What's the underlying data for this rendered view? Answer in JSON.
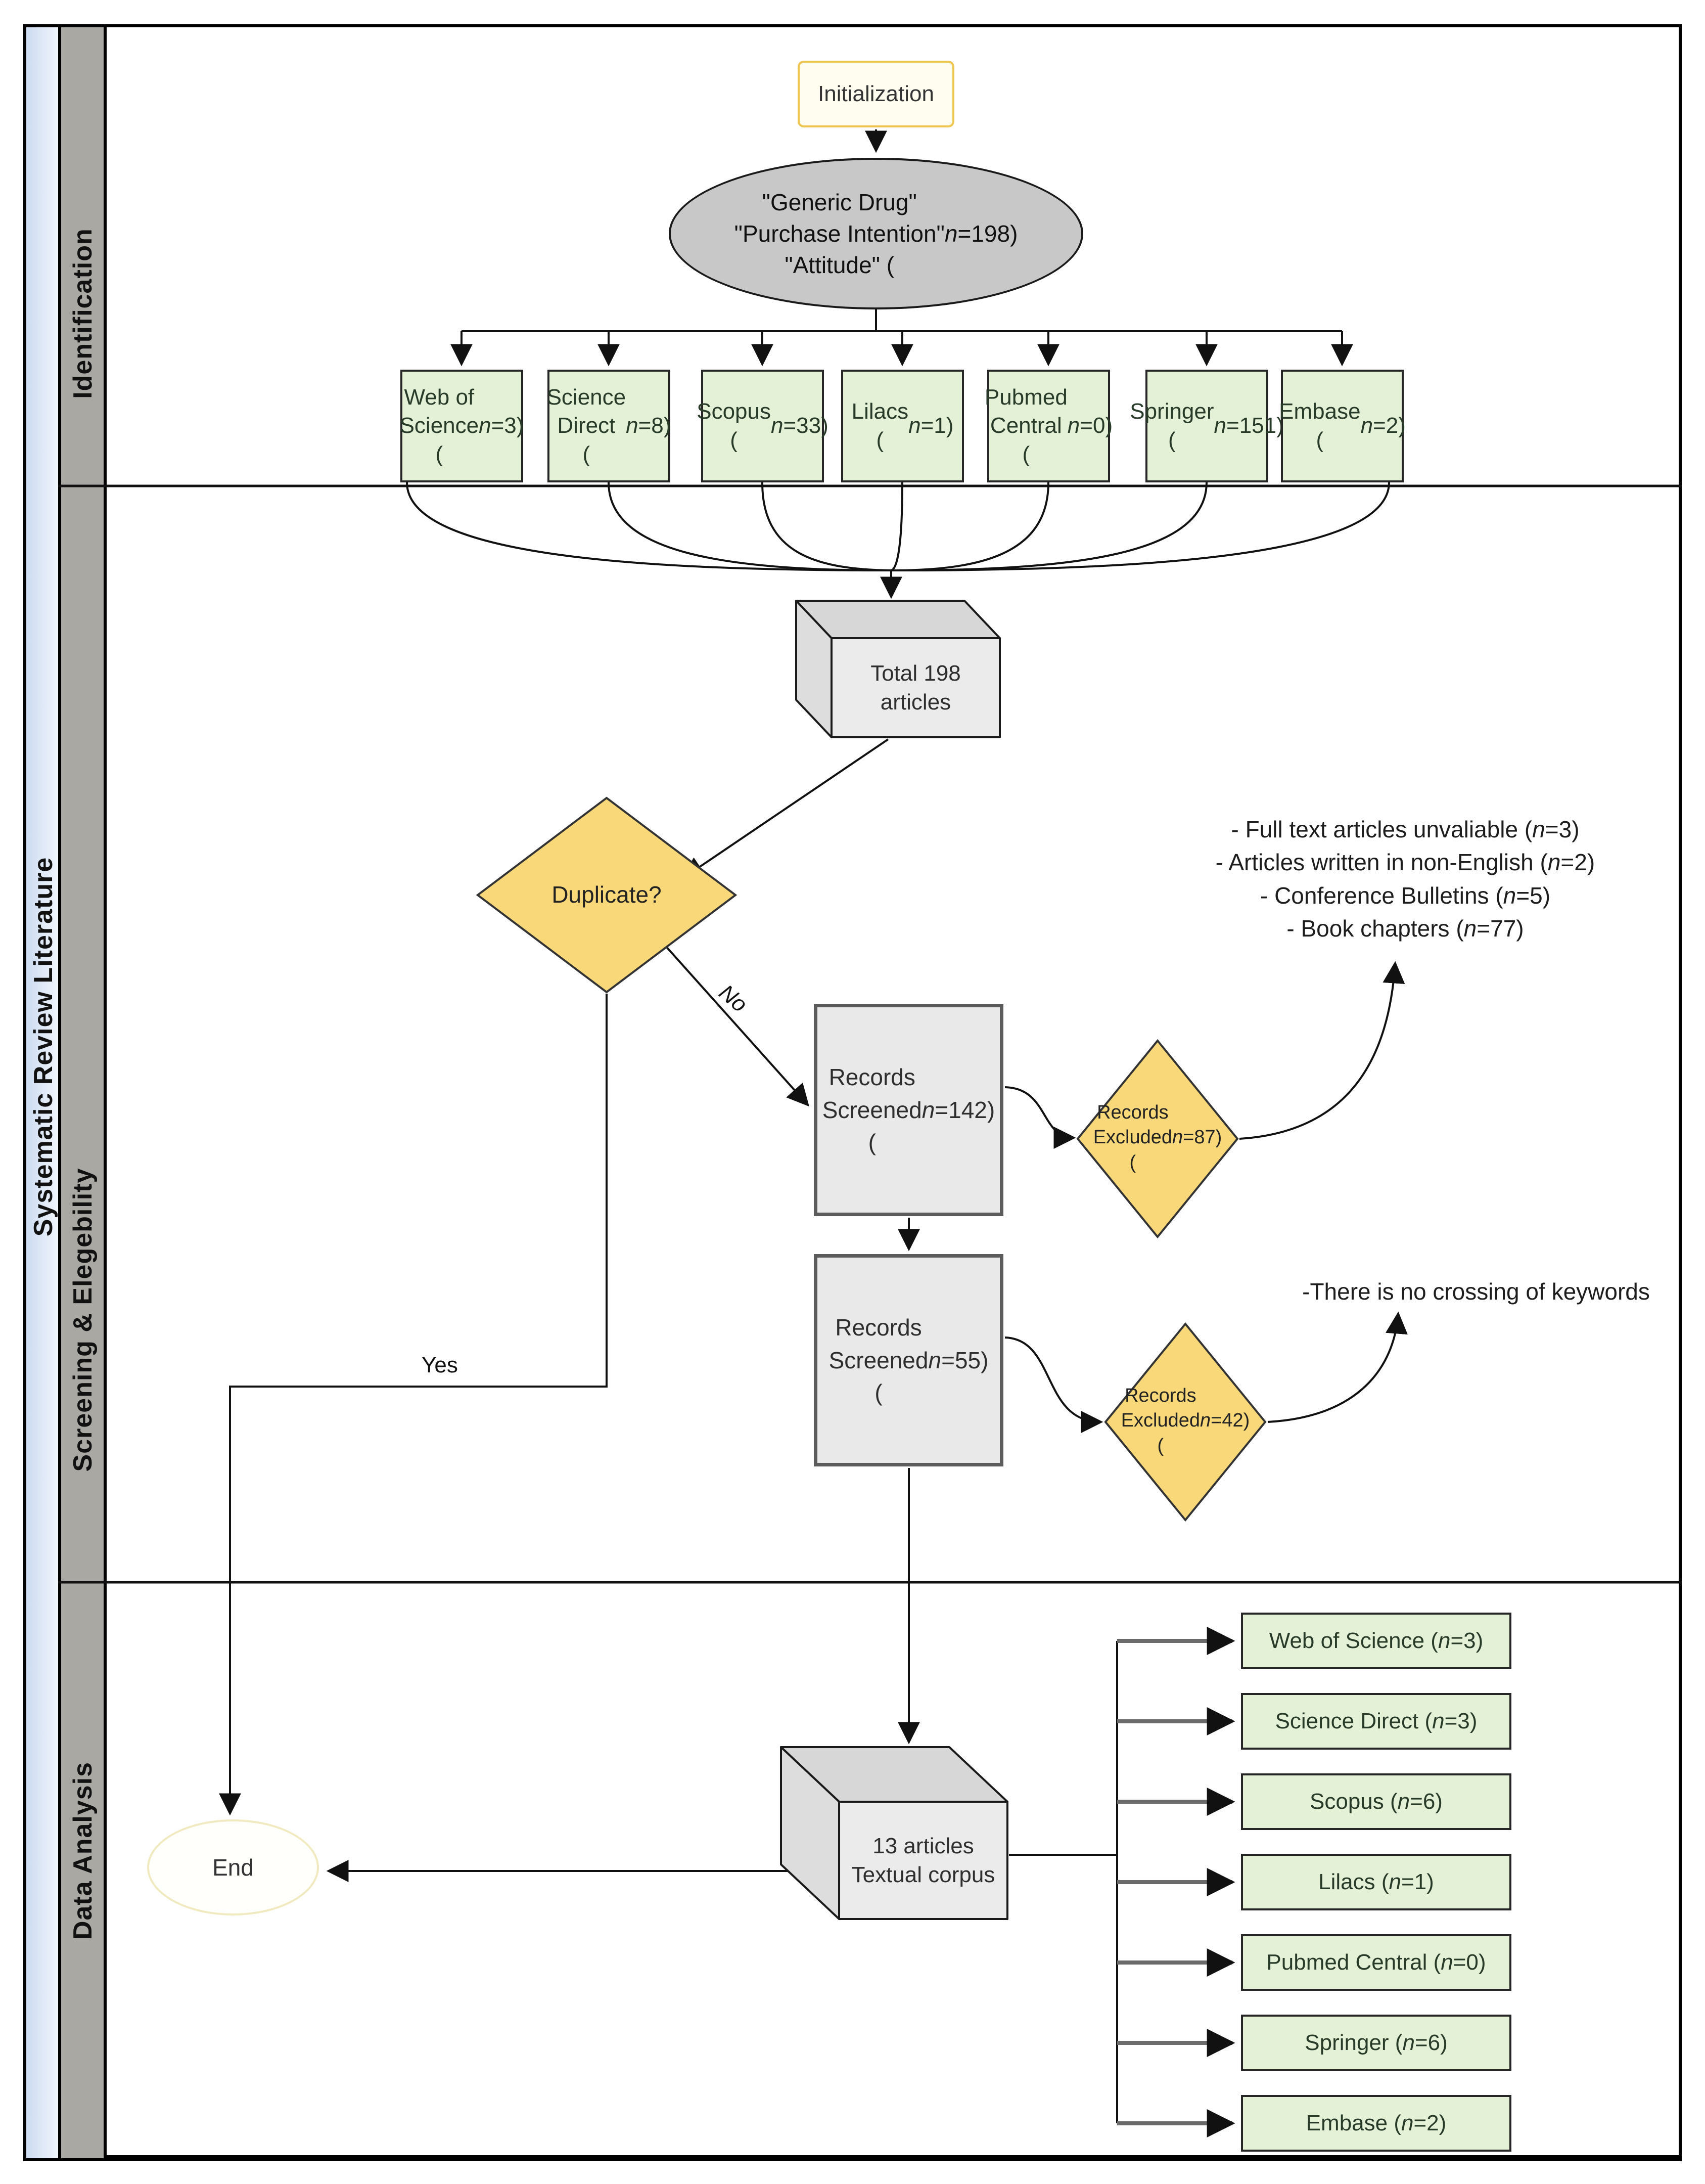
{
  "diagram": {
    "sidebar": {
      "vertical_title": "Systematic Review Literature",
      "phases": [
        "Identification",
        "Screening & Elegebility",
        "Data Analysis"
      ]
    },
    "nodes": {
      "initialization": "Initialization",
      "keywords": "\"Generic Drug\"\n\"Purchase Intention\"\n\"Attitude\" (n=198)",
      "total_articles": "Total 198\narticles",
      "duplicate": "Duplicate?",
      "records_screened_1": "Records\nScreened\n(n=142)",
      "records_excluded_1": "Records\nExcluded\n(n=87)",
      "records_screened_2": "Records\nScreened\n(n=55)",
      "records_excluded_2": "Records\nExcluded\n(n=42)",
      "corpus": "13 articles\nTextual corpus",
      "end": "End"
    },
    "edge_labels": {
      "no": "No",
      "yes": "Yes"
    },
    "annotations": {
      "exclusion_reasons": "- Full text articles unvaliable (n=3)\n- Articles written in non-English (n=2)\n- Conference Bulletins (n=5)\n- Book chapters (n=77)",
      "no_crossing": "-There is no crossing of keywords"
    },
    "sources_initial": [
      "Web of\nScience\n(n=3)",
      "Science\nDirect\n(n=8)",
      "Scopus\n(n=33)",
      "Lilacs\n(n=1)",
      "Pubmed\nCentral\n(n=0)",
      "Springer\n(n=151)",
      "Embase\n(n=2)"
    ],
    "sources_final": [
      "Web of Science (n=3)",
      "Science Direct (n=3)",
      "Scopus (n=6)",
      "Lilacs (n=1)",
      "Pubmed Central (n=0)",
      "Springer (n=6)",
      "Embase (n=2)"
    ],
    "colors": {
      "source_box_fill": "#e5f1d6",
      "decision_fill": "#f9d87a",
      "process_fill": "#e9e9e9",
      "process_border": "#5c5c5c",
      "start_fill": "#fffdf0",
      "start_border": "#eec64f",
      "keywords_fill": "#c8c8c8",
      "cube_fill": "#ebebeb",
      "end_border": "#f1e9c0",
      "sidebar_blue": "#d6e2f4",
      "sidebar_gray": "#a9a8a2"
    }
  }
}
